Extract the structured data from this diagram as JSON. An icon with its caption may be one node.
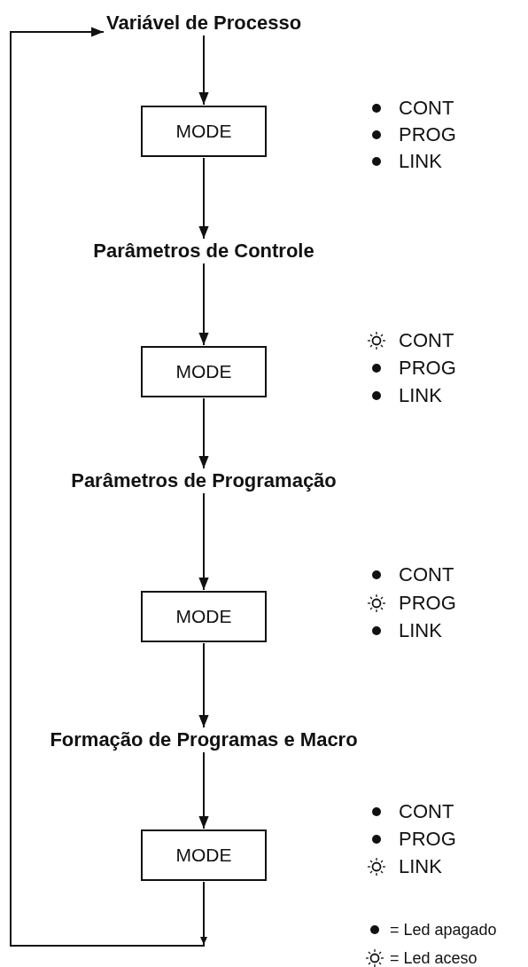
{
  "diagram": {
    "nodes": [
      {
        "text": [
          "Variável de Processo"
        ]
      },
      {
        "text": [
          "MODE"
        ],
        "beside": [
          "CONT",
          "PROG",
          "LINK"
        ]
      },
      {
        "text": [
          "Parâmetros de Controle"
        ]
      },
      {
        "text": [
          "MODE"
        ],
        "beside": [
          "CONT",
          "PROG",
          "LINK"
        ]
      },
      {
        "text": [
          "Parâmetros de Programação"
        ]
      },
      {
        "text": [
          "MODE"
        ],
        "beside": [
          "CONT",
          "PROG",
          "LINK"
        ]
      },
      {
        "text": [
          "Formação de Programas e Macro"
        ]
      },
      {
        "text": [
          "MODE"
        ],
        "beside": [
          "CONT",
          "PROG",
          "LINK"
        ]
      }
    ],
    "edges": [
      {
        "from": 0,
        "to": 1,
        "arrow": "to"
      },
      {
        "from": 1,
        "to": 2,
        "arrow": "to"
      },
      {
        "from": 2,
        "to": 3,
        "arrow": "to"
      },
      {
        "from": 3,
        "to": 4,
        "arrow": "to"
      },
      {
        "from": 4,
        "to": 5,
        "arrow": "to"
      },
      {
        "from": 5,
        "to": 6,
        "arrow": "to"
      },
      {
        "from": 6,
        "to": 7,
        "arrow": "to"
      },
      {
        "from": 7,
        "to": 0,
        "arrow": "to"
      }
    ],
    "legend": [
      {
        "text": "= Led apagado"
      },
      {
        "text": "= Led aceso"
      }
    ]
  }
}
